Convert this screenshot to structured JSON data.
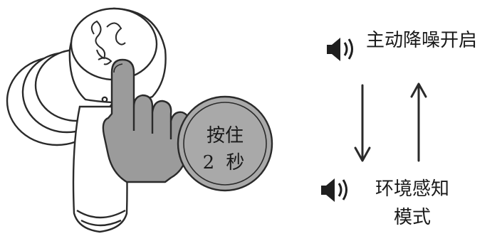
{
  "diagram": {
    "hold_action": {
      "line1": "按住",
      "line2": "2 秒"
    },
    "modes": {
      "top": "主动降噪开启",
      "bottom_line1": "环境感知",
      "bottom_line2": "模式"
    },
    "icons": {
      "speaker": "speaker-icon",
      "arrow_down": "arrow-down-icon",
      "arrow_up": "arrow-up-icon",
      "logo": "razer-logo-icon",
      "hand": "hand-press-icon",
      "earbud": "earbud-icon"
    },
    "colors": {
      "line": "#2a2a2a",
      "hand_fill": "#9b9b9b",
      "badge_fill": "#a9a9a9",
      "arrow": "#2a2a2a"
    }
  }
}
